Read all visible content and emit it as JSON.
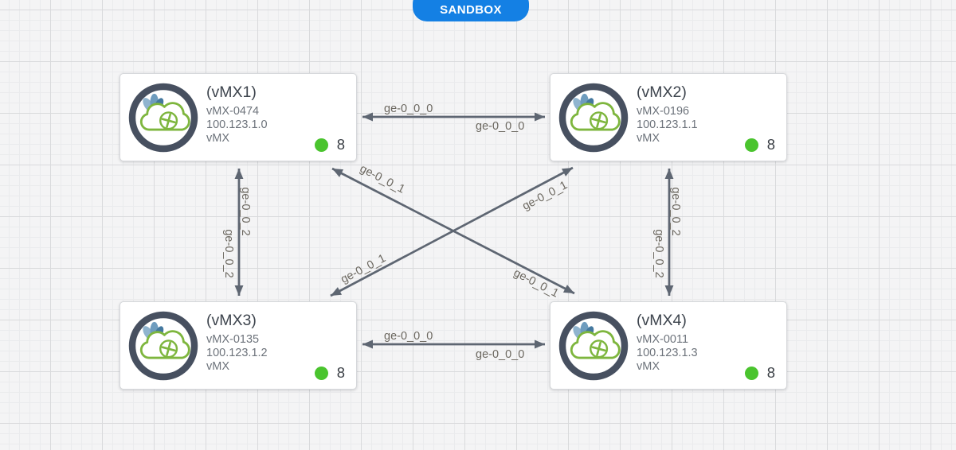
{
  "canvas": {
    "badge_label": "SANDBOX"
  },
  "colors": {
    "badge_blue": "#1480e4",
    "link_gray": "#5e6672",
    "status_green": "#4ac42e",
    "cloud_green": "#7eb63e",
    "ring_dark": "#475060",
    "splash_blue": "#4a7ba3"
  },
  "nodes": [
    {
      "id": "vmx1",
      "title": "(vMX1)",
      "name": "vMX-0474",
      "address": "100.123.1.0",
      "model": "vMX",
      "count": "8"
    },
    {
      "id": "vmx2",
      "title": "(vMX2)",
      "name": "vMX-0196",
      "address": "100.123.1.1",
      "model": "vMX",
      "count": "8"
    },
    {
      "id": "vmx3",
      "title": "(vMX3)",
      "name": "vMX-0135",
      "address": "100.123.1.2",
      "model": "vMX",
      "count": "8"
    },
    {
      "id": "vmx4",
      "title": "(vMX4)",
      "name": "vMX-0011",
      "address": "100.123.1.3",
      "model": "vMX",
      "count": "8"
    }
  ],
  "links": [
    {
      "from": "vMX1",
      "to": "vMX2",
      "label_a": "ge-0_0_0",
      "label_b": "ge-0_0_0"
    },
    {
      "from": "vMX3",
      "to": "vMX4",
      "label_a": "ge-0_0_0",
      "label_b": "ge-0_0_0"
    },
    {
      "from": "vMX1",
      "to": "vMX3",
      "label_a": "ge-0_0_2",
      "label_b": "ge-0_0_2"
    },
    {
      "from": "vMX2",
      "to": "vMX4",
      "label_a": "ge-0_0_2",
      "label_b": "ge-0_0_2"
    },
    {
      "from": "vMX1",
      "to": "vMX4",
      "label_a": "ge-0_0_1",
      "label_b": "ge-0_0_1"
    },
    {
      "from": "vMX3",
      "to": "vMX2",
      "label_a": "ge-0_0_1",
      "label_b": "ge-0_0_1"
    }
  ]
}
